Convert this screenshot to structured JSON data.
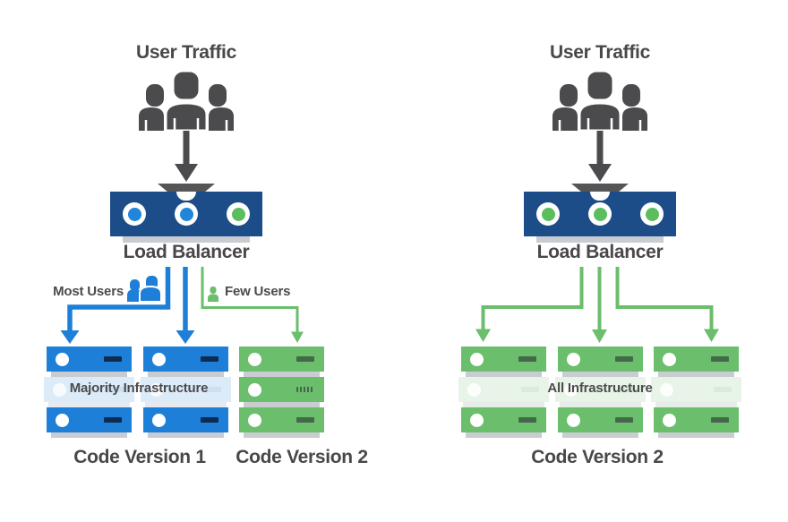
{
  "palette": {
    "text_dark": "#48484a",
    "icon_gray": "#4b4b4d",
    "funnel_gray": "#545557",
    "navy": "#1c4d88",
    "blue": "#1e7fd8",
    "green": "#6abe6c",
    "led_blue": "#2185dc",
    "led_green": "#5abe5e",
    "faded_blue": "#dcebf8",
    "faded_green": "#e7f4e7",
    "shadow_gray": "#c9cdd1",
    "dash_navy": "#0e2c52",
    "dash_green": "#44684a",
    "faded_dash_blue": "#cfdff0",
    "faded_dash_green": "#d9ecd9"
  },
  "left_diagram": {
    "title": "User Traffic",
    "lb_label": "Load Balancer",
    "lb_leds": [
      "#2185dc",
      "#2185dc",
      "#5abe5e"
    ],
    "most_users_label": "Most Users",
    "few_users_label": "Few Users",
    "overlay_label": "Majority Infrastructure",
    "footer_label_v1": "Code Version 1",
    "footer_label_v2": "Code Version 2"
  },
  "right_diagram": {
    "title": "User Traffic",
    "lb_label": "Load Balancer",
    "lb_leds": [
      "#5abe5e",
      "#5abe5e",
      "#5abe5e"
    ],
    "overlay_label": "All Infrastructure",
    "footer_label": "Code Version 2"
  }
}
